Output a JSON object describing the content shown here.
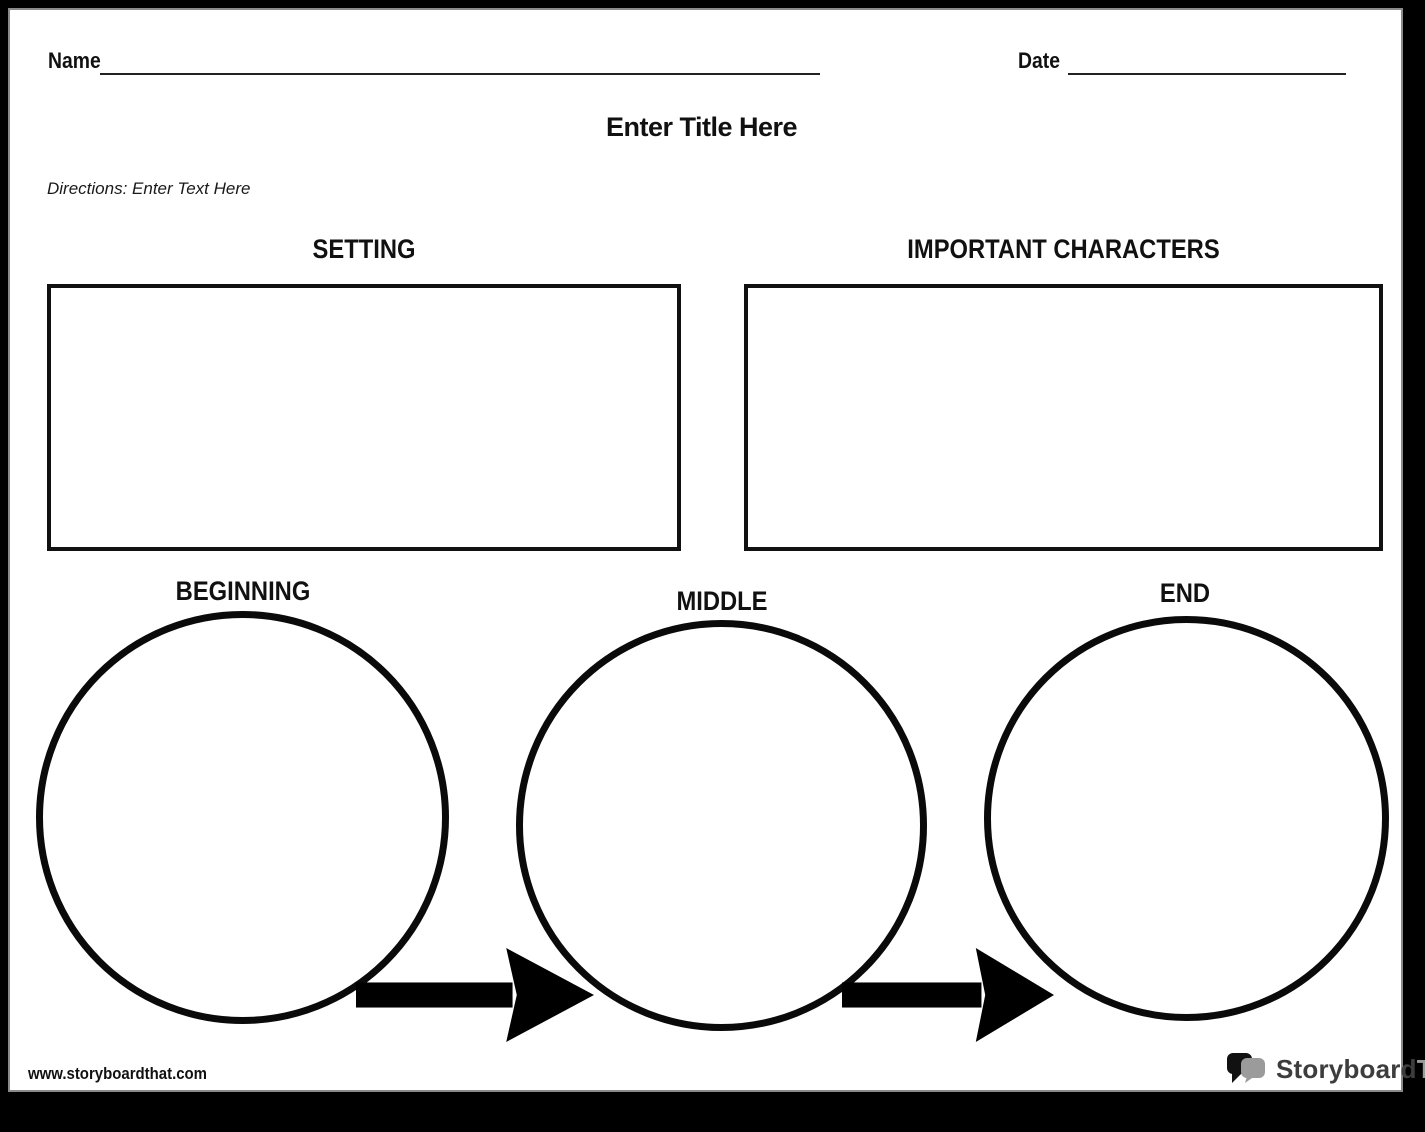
{
  "header": {
    "name_label": "Name",
    "date_label": "Date",
    "title_placeholder": "Enter Title Here",
    "directions_placeholder": "Directions: Enter Text Here"
  },
  "sections": {
    "setting_label": "SETTING",
    "characters_label": "IMPORTANT CHARACTERS"
  },
  "story_sequence": {
    "beginning_label": "BEGINNING",
    "middle_label": "MIDDLE",
    "end_label": "END"
  },
  "footer": {
    "website_url": "www.storyboardthat.com",
    "logo": {
      "icon": "speech-bubbles-icon",
      "text_primary": "Storyboard",
      "text_secondary": "That"
    }
  },
  "colors": {
    "ink": "#111111",
    "frame_black": "#000000",
    "sheet_shadow_gray": "#8a8a8a",
    "logo_dark": "#3d3d3d",
    "logo_gray": "#9b9b9b"
  }
}
